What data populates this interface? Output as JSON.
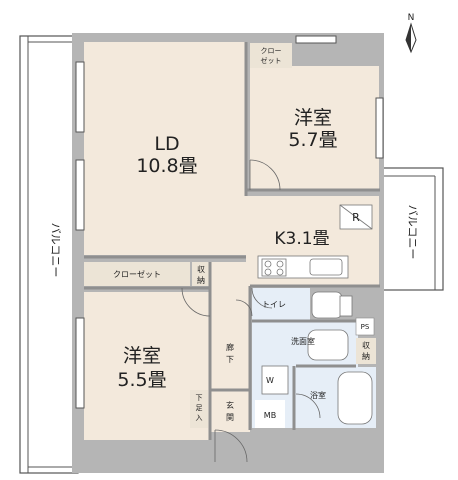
{
  "compass": {
    "north": "N"
  },
  "rooms": {
    "ld": {
      "name": "LD",
      "size": "10.8畳"
    },
    "western1": {
      "name": "洋室",
      "size": "5.7畳"
    },
    "western2": {
      "name": "洋室",
      "size": "5.5畳"
    },
    "kitchen": {
      "label": "K3.1畳",
      "fridge": "R"
    },
    "closet_top": {
      "l1": "クロー",
      "l2": "ゼット"
    },
    "closet_mid": {
      "label": "クローゼット"
    },
    "storage1": {
      "l1": "収",
      "l2": "納"
    },
    "storage2": {
      "l1": "収",
      "l2": "納"
    },
    "toilet": {
      "label": "トイレ"
    },
    "washroom": {
      "label": "洗面室",
      "w": "W"
    },
    "bath": {
      "label": "浴室"
    },
    "corridor": {
      "l1": "廊",
      "l2": "下"
    },
    "entrance": {
      "l1": "玄",
      "l2": "関"
    },
    "shoebox": {
      "l1": "下",
      "l2": "足",
      "l3": "入"
    },
    "mb": {
      "label": "MB"
    },
    "ps": {
      "label": "PS"
    },
    "balcony_left": {
      "label": "バルコニー"
    },
    "balcony_right": {
      "label": "バルコニー"
    }
  },
  "colors": {
    "floor": "#f3e9dc",
    "wet": "#e6eef7",
    "wall": "#b5b5b5",
    "closet": "#ece4d6"
  }
}
